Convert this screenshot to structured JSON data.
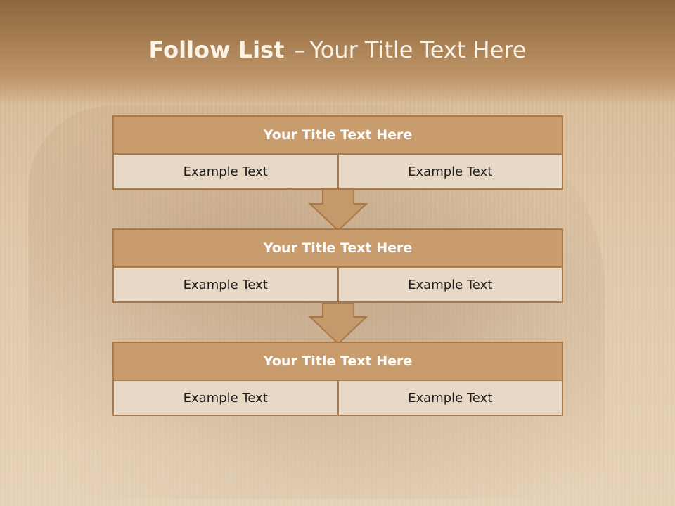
{
  "slide": {
    "title_bold": "Follow List",
    "title_separator": "–",
    "title_rest": "Your Title Text Here"
  },
  "steps": [
    {
      "title": "Your Title Text Here",
      "left_text": "Example Text",
      "right_text": "Example Text"
    },
    {
      "title": "Your Title Text Here",
      "left_text": "Example Text",
      "right_text": "Example Text"
    },
    {
      "title": "Your Title Text Here",
      "left_text": "Example Text",
      "right_text": "Example Text"
    }
  ],
  "icons": {
    "connector": "down-arrow-icon"
  },
  "colors": {
    "header_fill": "#c89c6c",
    "header_border": "#a9794a",
    "cell_fill": "#e8d8c6",
    "title_text": "#fbf3e6",
    "arrow_fill": "#c49a6b"
  }
}
